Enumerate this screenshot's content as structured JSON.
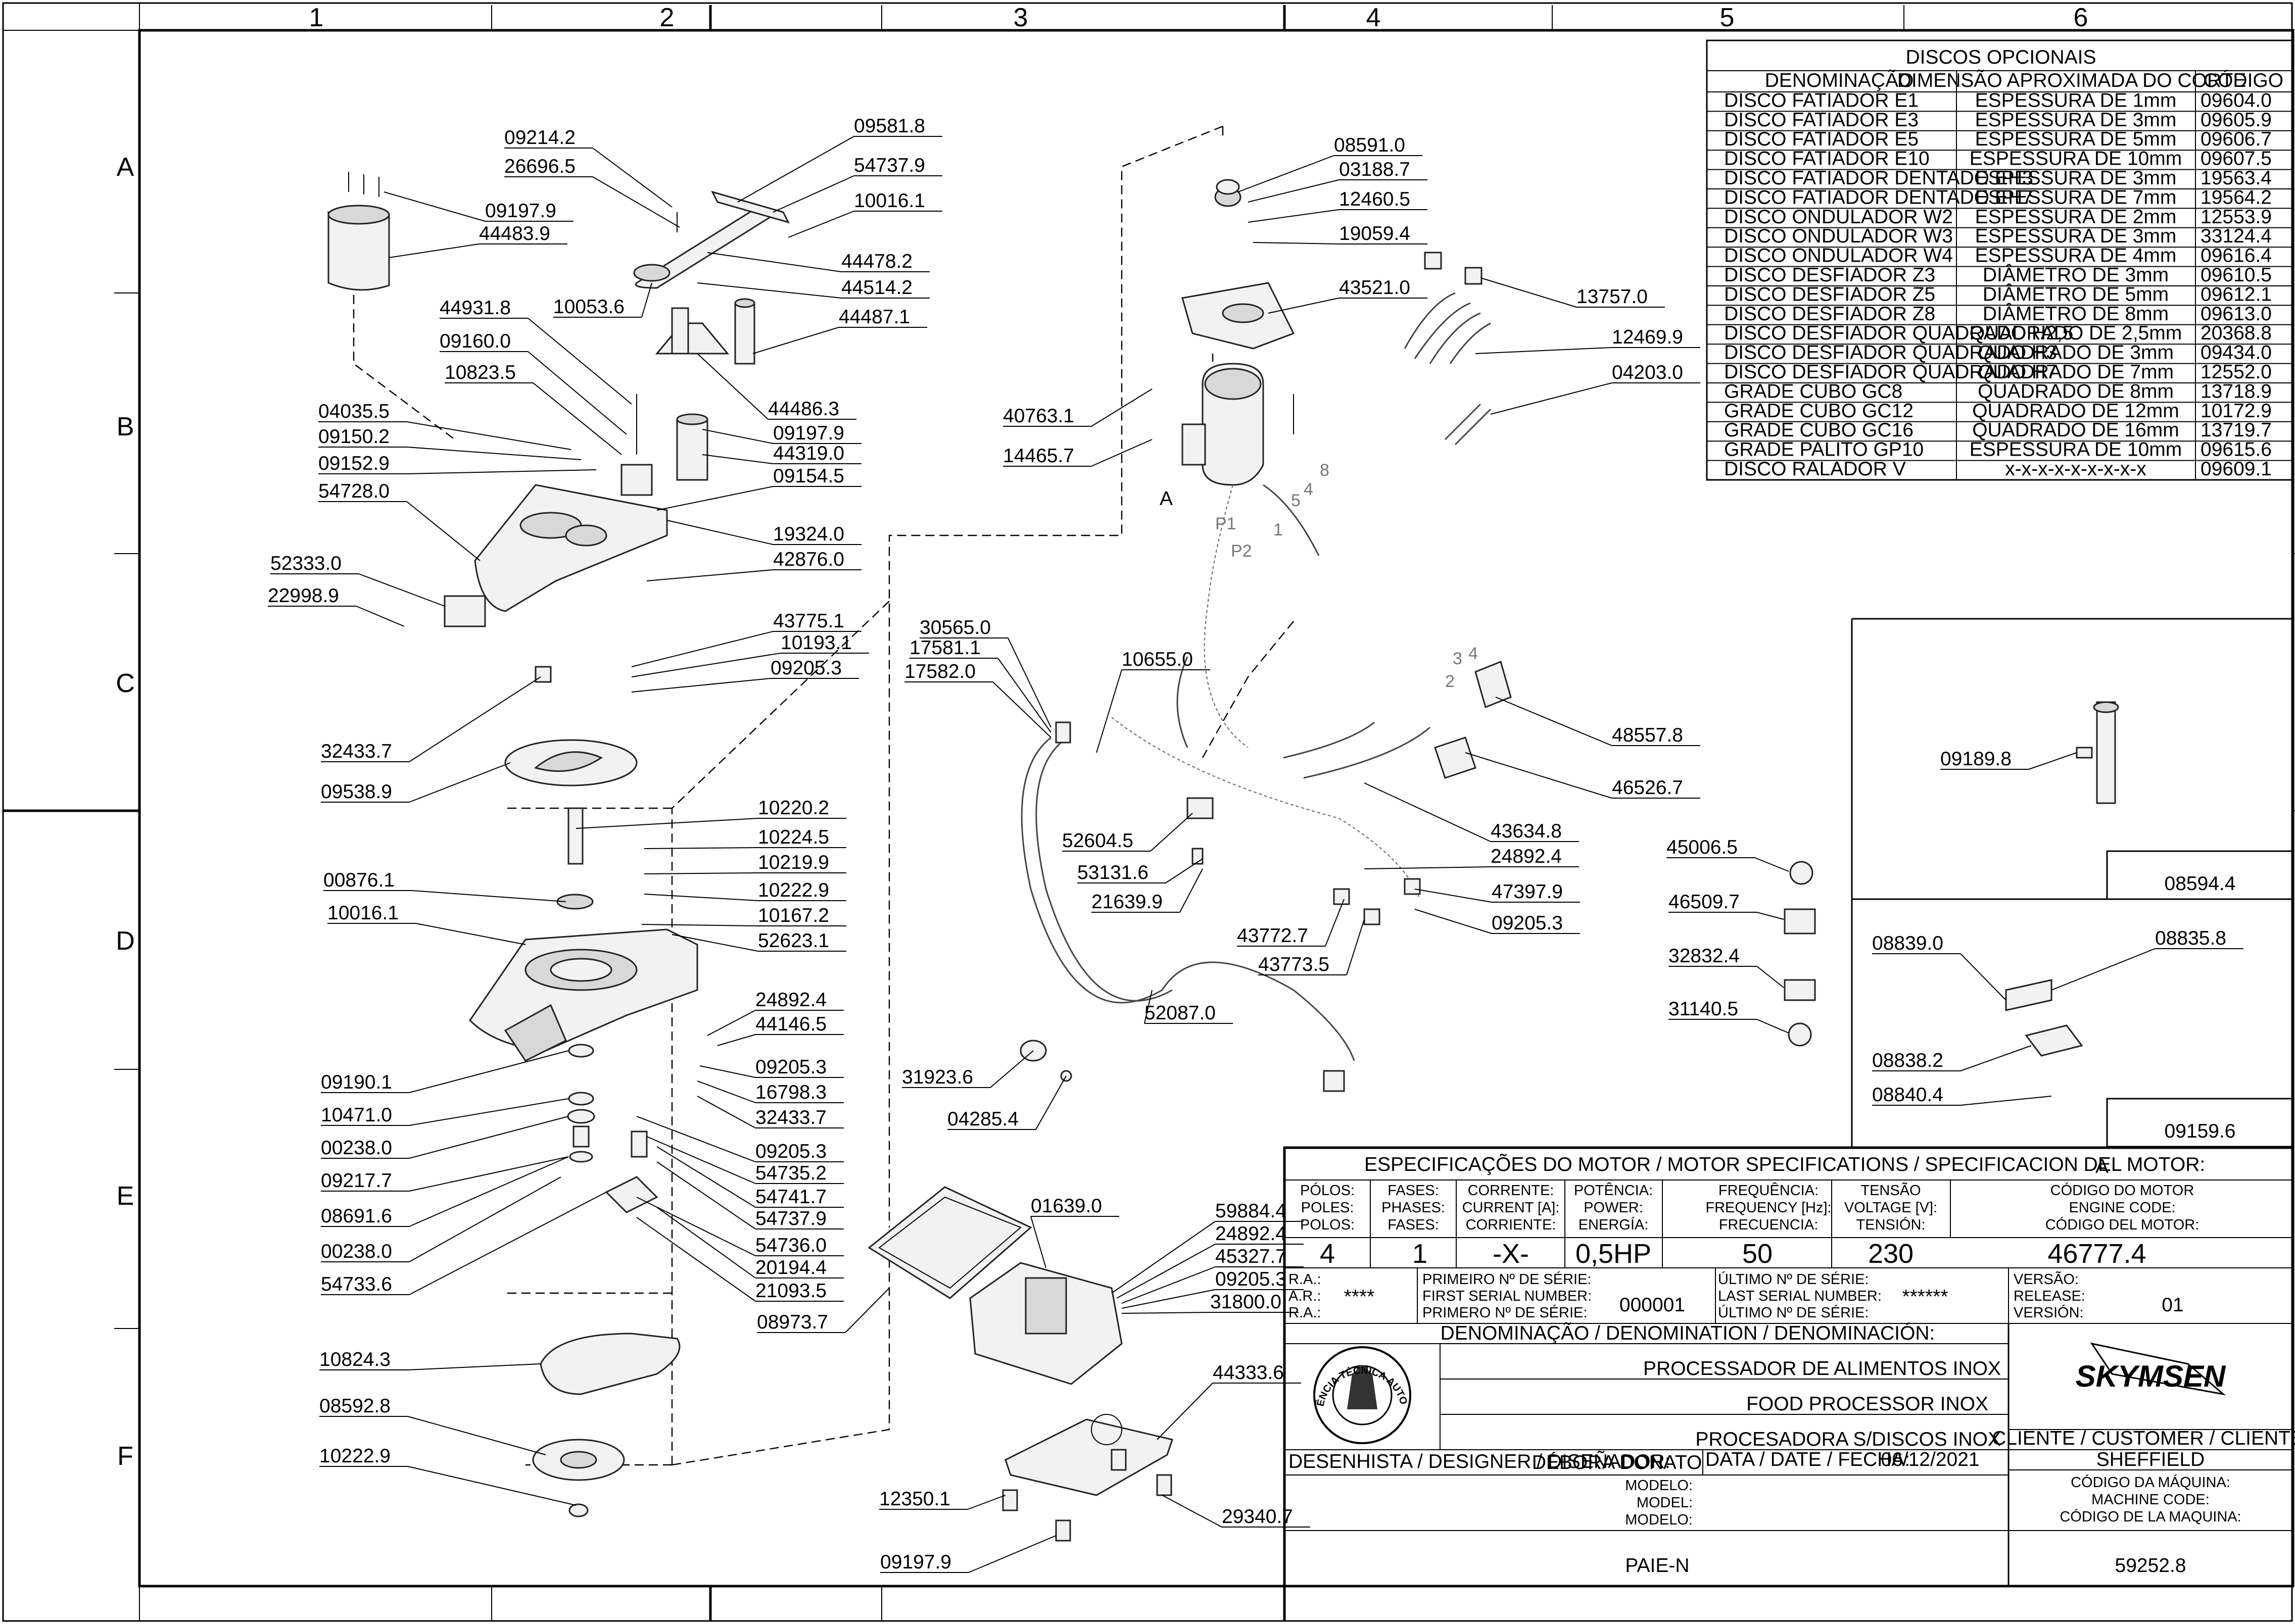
{
  "grid": {
    "columns": [
      "1",
      "2",
      "3",
      "4",
      "5",
      "6"
    ],
    "rows": [
      "A",
      "B",
      "C",
      "D",
      "E",
      "F"
    ]
  },
  "callouts": [
    {
      "id": "09214.2"
    },
    {
      "id": "26696.5"
    },
    {
      "id": "09197.9"
    },
    {
      "id": "44483.9"
    },
    {
      "id": "09581.8"
    },
    {
      "id": "54737.9"
    },
    {
      "id": "10016.1"
    },
    {
      "id": "44478.2"
    },
    {
      "id": "44514.2"
    },
    {
      "id": "10053.6"
    },
    {
      "id": "44487.1"
    },
    {
      "id": "44931.8"
    },
    {
      "id": "09160.0"
    },
    {
      "id": "10823.5"
    },
    {
      "id": "44486.3"
    },
    {
      "id": "04035.5"
    },
    {
      "id": "09150.2"
    },
    {
      "id": "09152.9"
    },
    {
      "id": "54728.0"
    },
    {
      "id": "09197.9"
    },
    {
      "id": "44319.0"
    },
    {
      "id": "09154.5"
    },
    {
      "id": "19324.0"
    },
    {
      "id": "52333.0"
    },
    {
      "id": "42876.0"
    },
    {
      "id": "22998.9"
    },
    {
      "id": "43775.1"
    },
    {
      "id": "10193.1"
    },
    {
      "id": "09205.3"
    },
    {
      "id": "32433.7"
    },
    {
      "id": "09538.9"
    },
    {
      "id": "10220.2"
    },
    {
      "id": "10224.5"
    },
    {
      "id": "10219.9"
    },
    {
      "id": "00876.1"
    },
    {
      "id": "10222.9"
    },
    {
      "id": "10016.1"
    },
    {
      "id": "10167.2"
    },
    {
      "id": "52623.1"
    },
    {
      "id": "24892.4"
    },
    {
      "id": "44146.5"
    },
    {
      "id": "09190.1"
    },
    {
      "id": "09205.3"
    },
    {
      "id": "16798.3"
    },
    {
      "id": "10471.0"
    },
    {
      "id": "32433.7"
    },
    {
      "id": "00238.0"
    },
    {
      "id": "09205.3"
    },
    {
      "id": "54735.2"
    },
    {
      "id": "09217.7"
    },
    {
      "id": "54741.7"
    },
    {
      "id": "08691.6"
    },
    {
      "id": "54737.9"
    },
    {
      "id": "00238.0"
    },
    {
      "id": "54736.0"
    },
    {
      "id": "20194.4"
    },
    {
      "id": "54733.6"
    },
    {
      "id": "21093.5"
    },
    {
      "id": "10824.3"
    },
    {
      "id": "08592.8"
    },
    {
      "id": "10222.9"
    },
    {
      "id": "08591.0"
    },
    {
      "id": "03188.7"
    },
    {
      "id": "12460.5"
    },
    {
      "id": "19059.4"
    },
    {
      "id": "43521.0"
    },
    {
      "id": "13757.0"
    },
    {
      "id": "12469.9"
    },
    {
      "id": "04203.0"
    },
    {
      "id": "40763.1"
    },
    {
      "id": "14465.7"
    },
    {
      "id": "30565.0"
    },
    {
      "id": "17581.1"
    },
    {
      "id": "17582.0"
    },
    {
      "id": "10655.0"
    },
    {
      "id": "48557.8"
    },
    {
      "id": "46526.7"
    },
    {
      "id": "52604.5"
    },
    {
      "id": "43634.8"
    },
    {
      "id": "24892.4"
    },
    {
      "id": "53131.6"
    },
    {
      "id": "21639.9"
    },
    {
      "id": "47397.9"
    },
    {
      "id": "09205.3"
    },
    {
      "id": "43772.7"
    },
    {
      "id": "43773.5"
    },
    {
      "id": "52087.0"
    },
    {
      "id": "31923.6"
    },
    {
      "id": "04285.4"
    },
    {
      "id": "45006.5"
    },
    {
      "id": "46509.7"
    },
    {
      "id": "32832.4"
    },
    {
      "id": "31140.5"
    },
    {
      "id": "09189.8"
    },
    {
      "id": "08839.0"
    },
    {
      "id": "08835.8"
    },
    {
      "id": "08838.2"
    },
    {
      "id": "08840.4"
    },
    {
      "id": "01639.0"
    },
    {
      "id": "59884.4"
    },
    {
      "id": "24892.4"
    },
    {
      "id": "45327.7"
    },
    {
      "id": "09205.3"
    },
    {
      "id": "31800.0"
    },
    {
      "id": "08973.7"
    },
    {
      "id": "44333.6"
    },
    {
      "id": "12350.1"
    },
    {
      "id": "29340.7"
    },
    {
      "id": "09197.9"
    }
  ],
  "motor_mark": "A",
  "wire_marks": [
    "P1",
    "P2",
    "8",
    "4",
    "5",
    "1",
    "2",
    "3",
    "4"
  ],
  "boxes": {
    "box1": "08594.4",
    "box2": "09159.6"
  },
  "discos": {
    "title": "DISCOS OPCIONAIS",
    "headers": [
      "DENOMINAÇÃO",
      "DIMENSÃO APROXIMADA DO CORTE",
      "CÓDIGO"
    ],
    "rows": [
      [
        "DISCO FATIADOR E1",
        "ESPESSURA DE 1mm",
        "09604.0"
      ],
      [
        "DISCO FATIADOR E3",
        "ESPESSURA DE 3mm",
        "09605.9"
      ],
      [
        "DISCO FATIADOR E5",
        "ESPESSURA DE 5mm",
        "09606.7"
      ],
      [
        "DISCO FATIADOR E10",
        "ESPESSURA DE 10mm",
        "09607.5"
      ],
      [
        "DISCO FATIADOR DENTADO EH3",
        "ESPESSURA DE 3mm",
        "19563.4"
      ],
      [
        "DISCO FATIADOR DENTADO EH7",
        "ESPESSURA DE 7mm",
        "19564.2"
      ],
      [
        "DISCO ONDULADOR W2",
        "ESPESSURA DE 2mm",
        "12553.9"
      ],
      [
        "DISCO ONDULADOR W3",
        "ESPESSURA DE 3mm",
        "33124.4"
      ],
      [
        "DISCO ONDULADOR W4",
        "ESPESSURA DE 4mm",
        "09616.4"
      ],
      [
        "DISCO DESFIADOR Z3",
        "DIÂMETRO DE 3mm",
        "09610.5"
      ],
      [
        "DISCO DESFIADOR Z5",
        "DIÂMETRO DE 5mm",
        "09612.1"
      ],
      [
        "DISCO DESFIADOR Z8",
        "DIÂMETRO DE 8mm",
        "09613.0"
      ],
      [
        "DISCO DESFIADOR QUADRADO H2,5",
        "QUADRADO DE 2,5mm",
        "20368.8"
      ],
      [
        "DISCO DESFIADOR QUADRADO H3",
        "QUADRADO DE 3mm",
        "09434.0"
      ],
      [
        "DISCO DESFIADOR QUADRADO H7",
        "QUADRADO DE 7mm",
        "12552.0"
      ],
      [
        "GRADE CUBO GC8",
        "QUADRADO DE 8mm",
        "13718.9"
      ],
      [
        "GRADE CUBO GC12",
        "QUADRADO DE 12mm",
        "10172.9"
      ],
      [
        "GRADE CUBO GC16",
        "QUADRADO DE 16mm",
        "13719.7"
      ],
      [
        "GRADE PALITO GP10",
        "ESPESSURA DE 10mm",
        "09615.6"
      ],
      [
        "DISCO RALADOR V",
        "x-x-x-x-x-x-x-x-x",
        "09609.1"
      ]
    ]
  },
  "motor_spec": {
    "title": "ESPECIFICAÇÕES DO MOTOR / MOTOR SPECIFICATIONS / SPECIFICACION DEL MOTOR:",
    "motor_letter": "A",
    "polos": [
      "PÓLOS:",
      "POLES:",
      "POLOS:"
    ],
    "fases": [
      "FASES:",
      "PHASES:",
      "FASES:"
    ],
    "corrente": [
      "CORRENTE:",
      "CURRENT [A]:",
      "CORRIENTE:"
    ],
    "potencia": [
      "POTÊNCIA:",
      "POWER:",
      "ENERGÍA:"
    ],
    "frequencia": [
      "FREQUÊNCIA:",
      "FREQUENCY [Hz]:",
      "FRECUENCIA:"
    ],
    "tensao": [
      "TENSÃO",
      "VOLTAGE [V]:",
      "TENSIÓN:"
    ],
    "codigo": [
      "CÓDIGO DO MOTOR",
      "ENGINE CODE:",
      "CÓDIGO DEL MOTOR:"
    ],
    "values": {
      "polos": "4",
      "fases": "1",
      "corrente": "-X-",
      "potencia": "0,5HP",
      "frequencia": "50",
      "tensao": "230",
      "codigo": "46777.4"
    }
  },
  "serial": {
    "ra": [
      "R.A.:",
      "A.R.:",
      "R.A.:"
    ],
    "ra_value": "****",
    "first": [
      "PRIMEIRO Nº DE SÉRIE:",
      "FIRST SERIAL NUMBER:",
      "PRIMERO Nº DE SÉRIE:"
    ],
    "first_value": "000001",
    "last": [
      "ÚLTIMO Nº DE SÉRIE:",
      "LAST SERIAL NUMBER:",
      "ÚLTIMO Nº DE SÉRIE:"
    ],
    "last_value": "******",
    "version": [
      "VERSÃO:",
      "RELEASE:",
      "VERSIÓN:"
    ],
    "version_value": "01"
  },
  "denomination": {
    "label": "DENOMINAÇÃO / DENOMINATION / DENOMINACIÓN:",
    "lines": [
      "PROCESSADOR DE ALIMENTOS INOX",
      "FOOD PROCESSOR INOX",
      "PROCESADORA S/DISCOS INOX"
    ]
  },
  "brand": "SKYMSEN",
  "seal": {
    "text": "ASSISTÊNCIA TÉCNICA AUTORIZADA"
  },
  "designer": {
    "label": "DESENHISTA / DESIGNER / DISEÑADOR:",
    "value": "DÉBORA DONATO"
  },
  "date": {
    "label": "DATA / DATE / FECHA:",
    "value": "06/12/2021"
  },
  "customer": {
    "label": "CLIENTE / CUSTOMER / CLIENTE:",
    "value": "SHEFFIELD"
  },
  "model": {
    "labels": [
      "MODELO:",
      "MODEL:",
      "MODELO:"
    ],
    "value": "PAIE-N"
  },
  "machine_code": {
    "labels": [
      "CÓDIGO DA MÁQUINA:",
      "MACHINE CODE:",
      "CÓDIGO DE LA MAQUINA:"
    ],
    "value": "59252.8"
  }
}
